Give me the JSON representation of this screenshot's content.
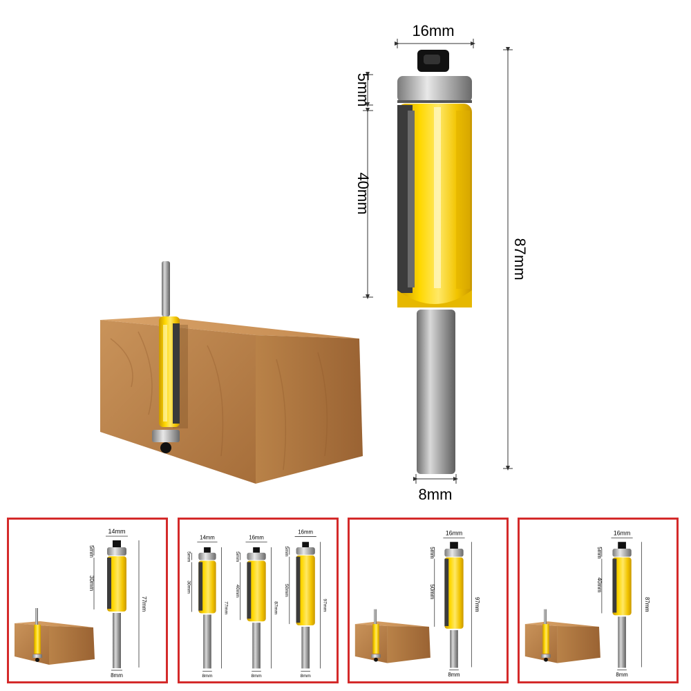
{
  "main": {
    "dims": {
      "diameter": "16mm",
      "bearing": "5mm",
      "cut_length": "40mm",
      "total_length": "87mm",
      "shank": "8mm"
    }
  },
  "thumbnails": [
    {
      "diameter": "14mm",
      "bearing": "5mm",
      "cut_length": "30mm",
      "total_length": "77mm",
      "shank": "8mm"
    },
    {
      "bits": [
        {
          "diameter": "14mm",
          "bearing": "5mm",
          "cut_length": "30mm",
          "total_length": "77mm",
          "shank": "8mm"
        },
        {
          "diameter": "16mm",
          "bearing": "5mm",
          "cut_length": "40mm",
          "total_length": "87mm",
          "shank": "8mm"
        },
        {
          "diameter": "16mm",
          "bearing": "5mm",
          "cut_length": "50mm",
          "total_length": "97mm",
          "shank": "8mm"
        }
      ]
    },
    {
      "diameter": "16mm",
      "bearing": "5mm",
      "cut_length": "50mm",
      "total_length": "97mm",
      "shank": "8mm"
    },
    {
      "diameter": "16mm",
      "bearing": "5mm",
      "cut_length": "40mm",
      "total_length": "87mm",
      "shank": "8mm"
    }
  ],
  "colors": {
    "body_yellow": "#f5c800",
    "shank_gray": "#9a9a9a",
    "wood_front": "#b07a45",
    "wood_top": "#c98f55",
    "border_red": "#d42a2a"
  }
}
